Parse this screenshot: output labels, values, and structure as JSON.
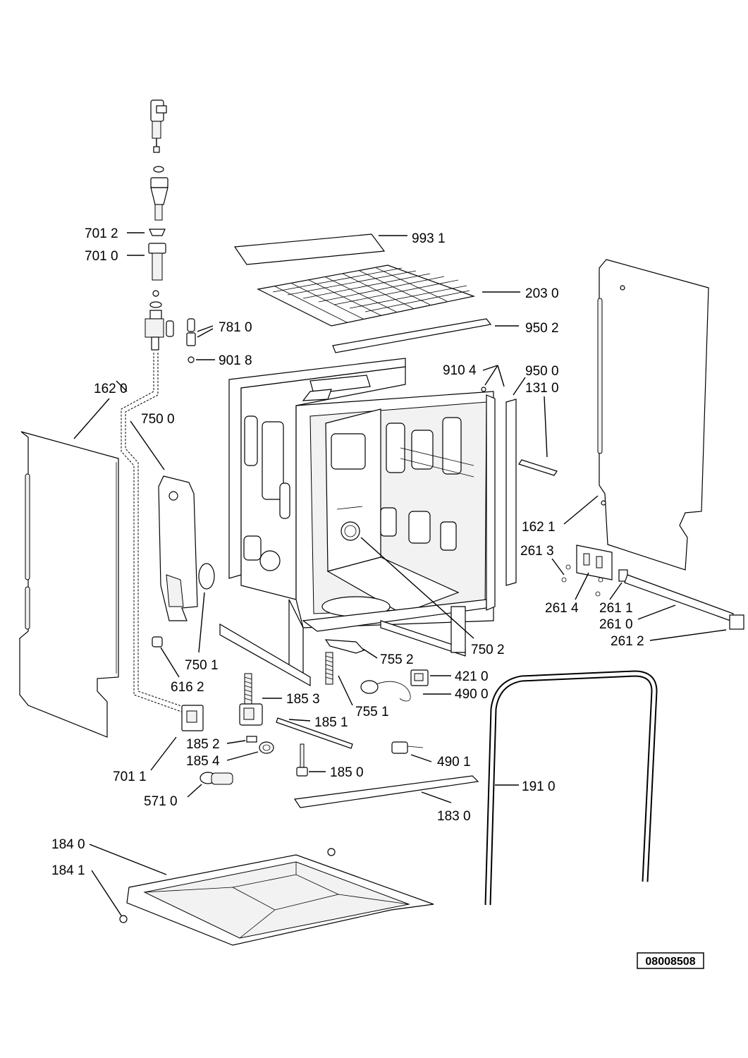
{
  "drawing_ref": "08008508",
  "callouts": {
    "c7012": "701 2",
    "c7010": "701 0",
    "c9931": "993 1",
    "c2030": "203 0",
    "c7810": "781 0",
    "c9502": "950 2",
    "c9018": "901 8",
    "c9104": "910 4",
    "c9500": "950 0",
    "c1310": "131 0",
    "c1620": "162 0",
    "c7500": "750 0",
    "c1621": "162 1",
    "c2613": "261 3",
    "c2614": "261 4",
    "c2611": "261 1",
    "c2610": "261 0",
    "c2612": "261 2",
    "c7502": "750 2",
    "c7501": "750 1",
    "c7552": "755 2",
    "c4210": "421 0",
    "c4900": "490 0",
    "c6162": "616 2",
    "c1853": "185 3",
    "c7551": "755 1",
    "c1851": "185 1",
    "c1852": "185 2",
    "c1854": "185 4",
    "c7011": "701 1",
    "c4901": "490 1",
    "c1850": "185 0",
    "c1910": "191 0",
    "c5710": "571 0",
    "c1830": "183 0",
    "c1840": "184 0",
    "c1841": "184 1"
  }
}
